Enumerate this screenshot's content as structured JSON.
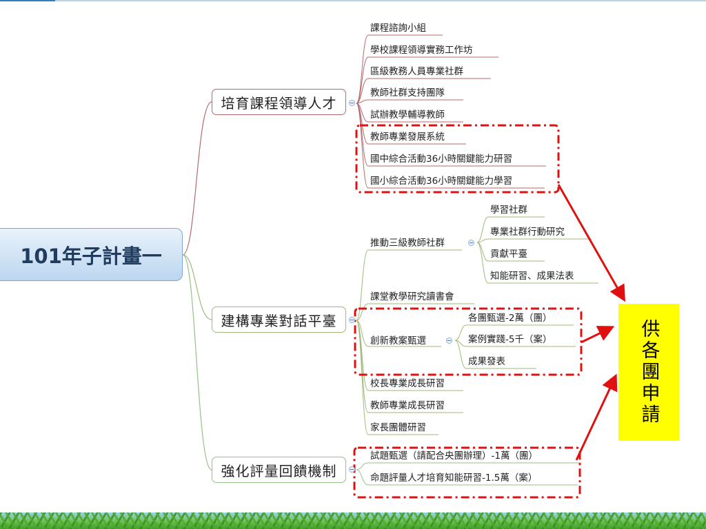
{
  "root": {
    "label": "101年子計畫一"
  },
  "branches": [
    {
      "label": "培育課程領導人才",
      "items": [
        "課程諮詢小組",
        "學校課程領導實務工作坊",
        "區級教務人員專業社群",
        "教師社群支持團隊",
        "試辦教學輔導教師",
        "教師專業發展系統",
        "國中綜合活動36小時關鍵能力研習",
        "國小綜合活動36小時關鍵能力學習"
      ]
    },
    {
      "label": "建構專業對話平臺",
      "items": [
        {
          "label": "推動三級教師社群",
          "children": [
            "學習社群",
            "專業社群行動研究",
            "貢獻平臺",
            "知能研習、成果法表"
          ]
        },
        {
          "label": "課堂教學研究讀書會"
        },
        {
          "label": "創新教案甄選",
          "children": [
            "各團甄選-2萬（團）",
            "案例實踐-5千（案）",
            "成果發表"
          ]
        },
        {
          "label": "校長專業成長研習"
        },
        {
          "label": "教師專業成長研習"
        },
        {
          "label": "家長團體研習"
        }
      ]
    },
    {
      "label": "強化評量回饋機制",
      "items": [
        "試題甄選（請配合央團辦理）-1萬（團）",
        "命題評量人才培育知能研習-1.5萬（案）"
      ]
    }
  ],
  "callout": {
    "text": "供各團申請",
    "color": "#ffff00"
  },
  "colors": {
    "highlight": "#e01010",
    "branch1": "#b5676a",
    "branch2": "#9fb97a",
    "branch3": "#93c18a"
  }
}
